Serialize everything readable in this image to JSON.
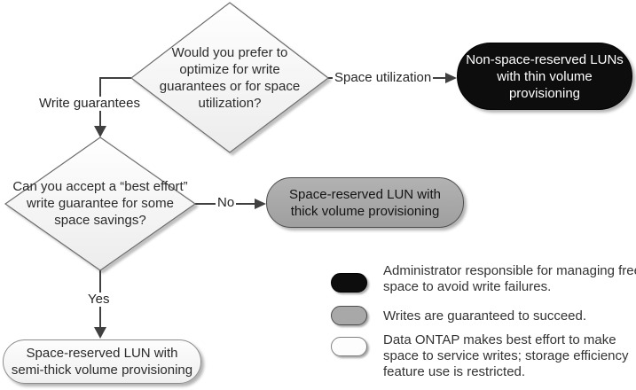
{
  "diagram": {
    "decisions": [
      {
        "text": "Would you prefer to optimize for write guarantees or for space utilization?"
      },
      {
        "text": "Can you accept a “best effort” write guarantee for some space savings?"
      }
    ],
    "outcomes": [
      {
        "style": "black",
        "text": "Non-space-reserved LUNs with thin volume provisioning"
      },
      {
        "style": "gray",
        "text": "Space-reserved LUN with thick volume provisioning"
      },
      {
        "style": "white",
        "text": "Space-reserved LUN with semi-thick volume provisioning"
      }
    ],
    "edge_labels": {
      "space_utilization": "Space utilization",
      "write_guarantees": "Write guarantees",
      "no": "No",
      "yes": "Yes"
    },
    "legend": [
      {
        "swatch": "black",
        "text": "Administrator responsible for managing free space to avoid write failures."
      },
      {
        "swatch": "gray",
        "text": "Writes are guaranteed to succeed."
      },
      {
        "swatch": "white",
        "text": "Data ONTAP makes best effort to make space to service writes; storage efficiency feature use is restricted."
      }
    ],
    "colors": {
      "black_fill": "#0d0d0d",
      "gray_fill": "#a8a8a8",
      "white_fill": "#fdfdfd",
      "diamond_fill_top": "#ffffff",
      "diamond_fill_bottom": "#ececec",
      "line": "#404040",
      "border": "#6e6e6e"
    }
  }
}
